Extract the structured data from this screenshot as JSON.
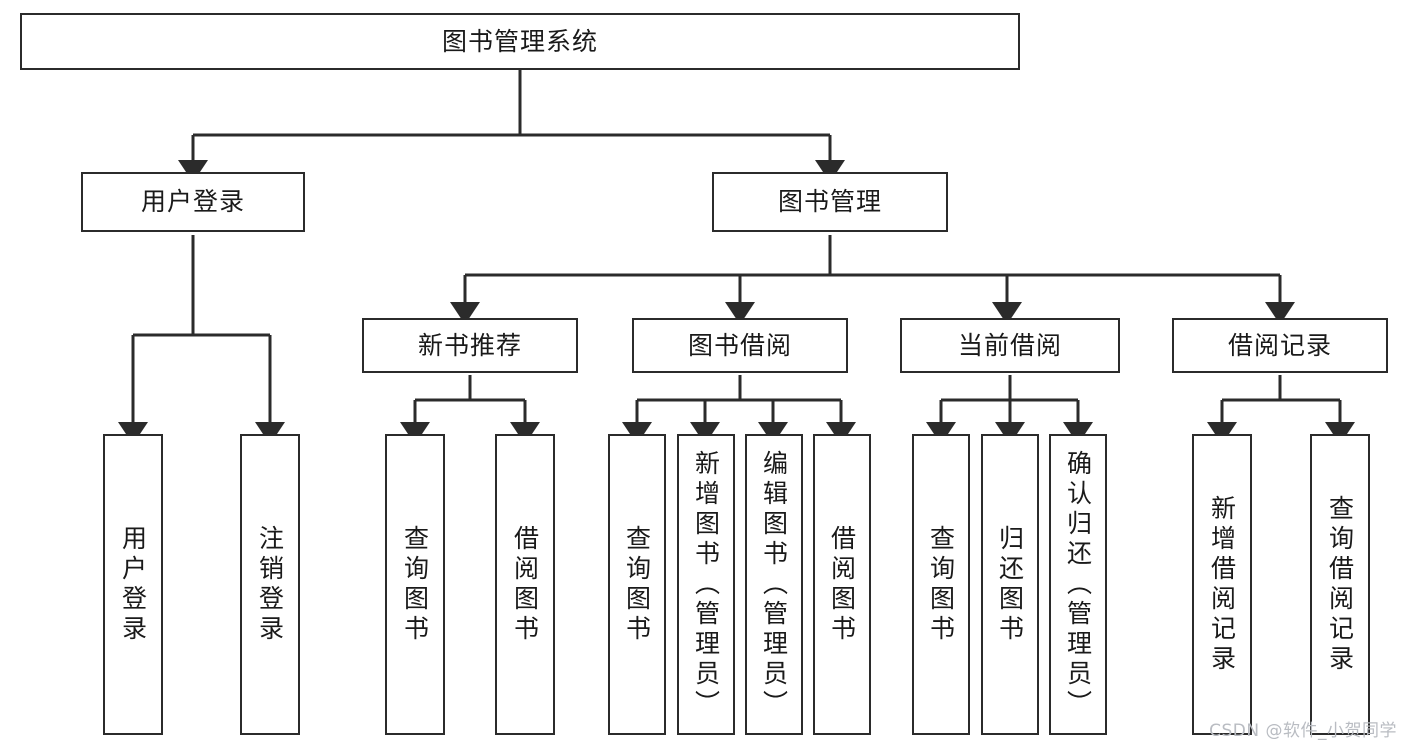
{
  "diagram": {
    "type": "tree-hierarchy",
    "title": "图书管理系统",
    "levels": 4,
    "nodes": {
      "root": {
        "label": "图书管理系统"
      },
      "l2": [
        {
          "id": "user-login",
          "label": "用户登录"
        },
        {
          "id": "book-manage",
          "label": "图书管理"
        }
      ],
      "l3": [
        {
          "id": "new-book-recommend",
          "label": "新书推荐"
        },
        {
          "id": "book-borrow",
          "label": "图书借阅"
        },
        {
          "id": "current-borrow",
          "label": "当前借阅"
        },
        {
          "id": "borrow-record",
          "label": "借阅记录"
        }
      ],
      "leaves_user_login": [
        {
          "id": "leaf-user-login",
          "label": "用户登录"
        },
        {
          "id": "leaf-logout",
          "label": "注销登录"
        }
      ],
      "leaves_new_book": [
        {
          "id": "leaf-query-book-1",
          "label": "查询图书"
        },
        {
          "id": "leaf-borrow-book-1",
          "label": "借阅图书"
        }
      ],
      "leaves_book_borrow": [
        {
          "id": "leaf-query-book-2",
          "label": "查询图书"
        },
        {
          "id": "leaf-add-book",
          "label": "新增图书（管理员）"
        },
        {
          "id": "leaf-edit-book",
          "label": "编辑图书（管理员）"
        },
        {
          "id": "leaf-borrow-book-2",
          "label": "借阅图书"
        }
      ],
      "leaves_current_borrow": [
        {
          "id": "leaf-query-book-3",
          "label": "查询图书"
        },
        {
          "id": "leaf-return-book",
          "label": "归还图书"
        },
        {
          "id": "leaf-confirm-return",
          "label": "确认归还（管理员）"
        }
      ],
      "leaves_borrow_record": [
        {
          "id": "leaf-add-record",
          "label": "新增借阅记录"
        },
        {
          "id": "leaf-query-record",
          "label": "查询借阅记录"
        }
      ]
    },
    "colors": {
      "stroke": "#2b2b2b",
      "fill": "#ffffff",
      "text": "#1a1a1a",
      "watermark": "#b9bcc2"
    }
  },
  "watermark": {
    "text": "CSDN @软件_小贺同学"
  }
}
